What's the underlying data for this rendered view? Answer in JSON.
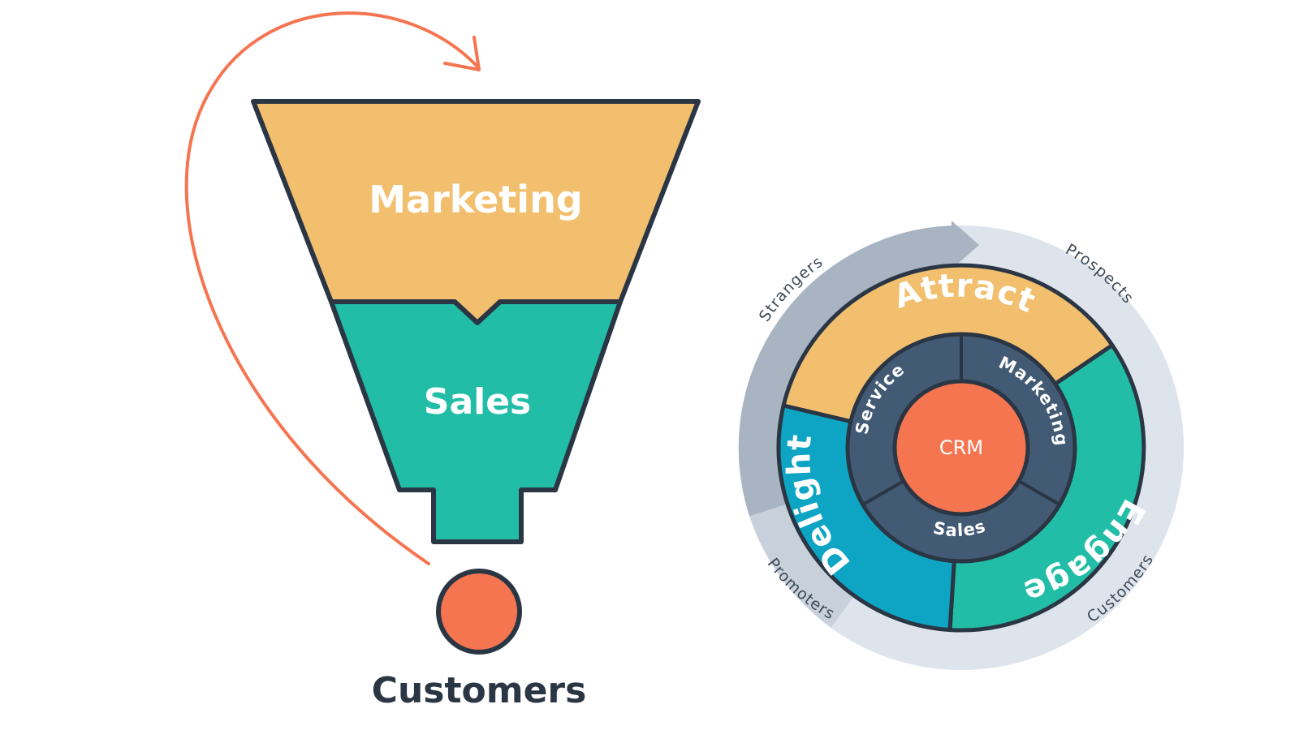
{
  "funnel": {
    "top_label": "Marketing",
    "middle_label": "Sales",
    "bottom_label": "Customers",
    "colors": {
      "marketing": "#f2bf6e",
      "sales": "#21bda6",
      "customer_dot": "#f57551",
      "arrow": "#f57551",
      "outline": "#2b3644"
    }
  },
  "flywheel": {
    "outer_labels": {
      "strangers": "Strangers",
      "prospects": "Prospects",
      "customers": "Customers",
      "promoters": "Promoters"
    },
    "stages": {
      "attract": "Attract",
      "engage": "Engage",
      "delight": "Delight"
    },
    "inner_labels": {
      "marketing": "Marketing",
      "sales": "Sales",
      "service": "Service"
    },
    "center_label": "CRM",
    "colors": {
      "attract": "#f2bf6e",
      "engage": "#21bda6",
      "delight": "#0ea5c4",
      "inner_ring": "#425a73",
      "center": "#f57551",
      "outer_ring": "#a9b4c2",
      "outer_ring_light": "#dde4ec"
    }
  }
}
